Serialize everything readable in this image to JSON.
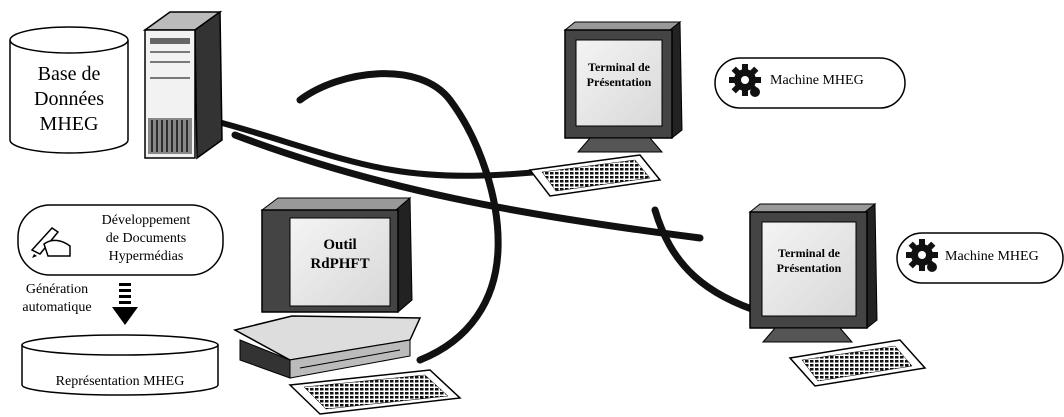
{
  "database": {
    "line1": "Base de",
    "line2": "Données",
    "line3": "MHEG"
  },
  "terminal_top": {
    "line1": "Terminal de",
    "line2": "Présentation"
  },
  "machine_top": {
    "label": "Machine MHEG"
  },
  "terminal_right": {
    "line1": "Terminal de",
    "line2": "Présentation"
  },
  "machine_right": {
    "label": "Machine MHEG"
  },
  "authoring": {
    "line1": "Développement",
    "line2": "de Documents",
    "line3": "Hypermédias"
  },
  "generation": {
    "line1": "Génération",
    "line2": "automatique"
  },
  "representation": {
    "label": "Représentation MHEG"
  },
  "outil": {
    "line1": "Outil",
    "line2": "RdPHFT"
  },
  "icons": [
    "database-icon",
    "server-tower-icon",
    "monitor-icon",
    "keyboard-icon",
    "gear-icon",
    "pen-hand-icon",
    "down-arrow-icon"
  ]
}
